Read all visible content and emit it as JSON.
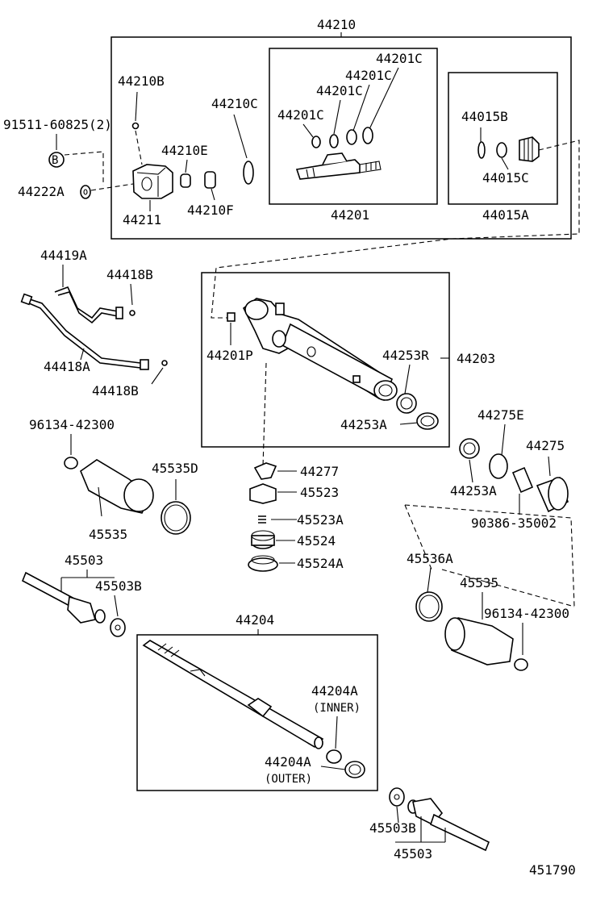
{
  "labels": {
    "p44210": "44210",
    "p44210B": "44210B",
    "p91511": "91511-60825(2)",
    "pB": "B",
    "p44222A": "44222A",
    "p44210E": "44210E",
    "p44211": "44211",
    "p44210C": "44210C",
    "p44210F": "44210F",
    "p44201C_1": "44201C",
    "p44201C_2": "44201C",
    "p44201C_3": "44201C",
    "p44201C_4": "44201C",
    "p44201": "44201",
    "p44015B": "44015B",
    "p44015C": "44015C",
    "p44015A": "44015A",
    "p44419A": "44419A",
    "p44418B_top": "44418B",
    "p44418A": "44418A",
    "p44418B_bot": "44418B",
    "p44201P": "44201P",
    "p44253R": "44253R",
    "p44203": "44203",
    "p44253A_mid": "44253A",
    "p96134_left": "96134-42300",
    "p45535D": "45535D",
    "p45535_left": "45535",
    "p44277": "44277",
    "p45523": "45523",
    "p45523A": "45523A",
    "p45524": "45524",
    "p45524A": "45524A",
    "p44275E": "44275E",
    "p44275": "44275",
    "p44253A_right": "44253A",
    "p90386": "90386-35002",
    "p45503_left": "45503",
    "p45503B_left": "45503B",
    "p45536A": "45536A",
    "p45535_right": "45535",
    "p96134_right": "96134-42300",
    "p44204": "44204",
    "p44204A_inner": "44204A",
    "inner_note": "(INNER)",
    "p44204A_outer": "44204A",
    "outer_note": "(OUTER)",
    "p45503B_right": "45503B",
    "p45503_right": "45503",
    "figure_number": "451790"
  }
}
